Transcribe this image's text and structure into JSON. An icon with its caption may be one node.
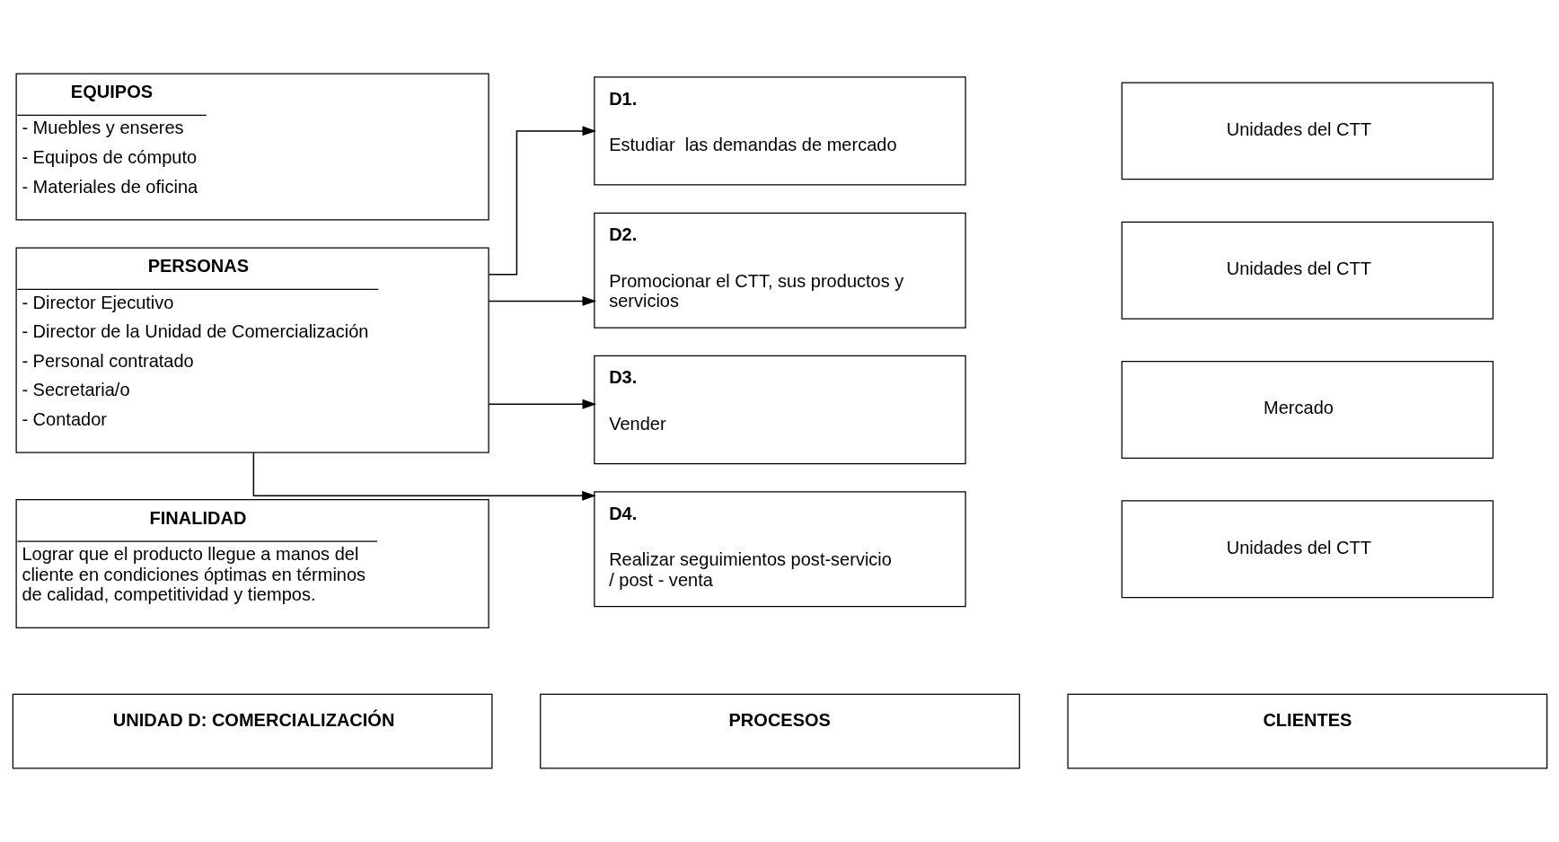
{
  "diagram": {
    "nodes": [
      {
        "text": [
          "UNIDAD D: COMERCIALIZACIÓN"
        ]
      },
      {
        "text": [
          "FINALIDAD",
          "Lograr que el producto llegue a manos del cliente en condiciones óptimas en términos de calidad, competitividad y tiempos."
        ]
      },
      {
        "text": [
          "PERSONAS",
          "- Director Ejecutivo",
          "- Director de la Unidad de Comercialización",
          "- Personal contratado",
          "- Secretaria/o",
          "- Contador"
        ]
      },
      {
        "text": [
          "EQUIPOS",
          "- Muebles y enseres",
          "- Equipos de cómputo",
          "- Materiales de oficina"
        ]
      },
      {
        "text": [
          "PROCESOS"
        ]
      },
      {
        "text": [
          "CLIENTES"
        ]
      },
      {
        "text": [
          "D1.",
          "Estudiar  las demandas de mercado"
        ]
      },
      {
        "text": [
          "D2.",
          "Promocionar el CTT, sus productos y servicios"
        ]
      },
      {
        "text": [
          "D3.",
          "Vender"
        ]
      },
      {
        "text": [
          "D4.",
          "Realizar seguimientos post-servicio / post - venta"
        ]
      },
      {
        "text": [
          "Unidades del CTT"
        ]
      },
      {
        "text": [
          "Unidades del CTT"
        ]
      },
      {
        "text": [
          "Mercado"
        ]
      },
      {
        "text": [
          "Unidades del CTT"
        ]
      }
    ],
    "edges": [
      {
        "from": 2,
        "to": 6,
        "arrow": "to"
      },
      {
        "from": 2,
        "to": 7,
        "arrow": "to"
      },
      {
        "from": 2,
        "to": 8,
        "arrow": "to"
      },
      {
        "from": 2,
        "to": 9,
        "arrow": "to"
      }
    ]
  }
}
